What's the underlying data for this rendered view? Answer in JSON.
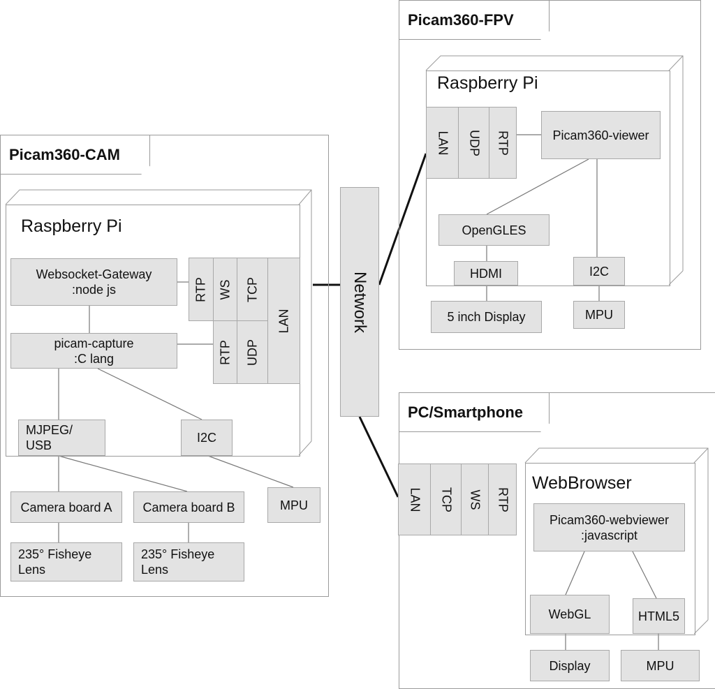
{
  "packages": {
    "cam": "Picam360-CAM",
    "fpv": "Picam360-FPV",
    "pc": "PC/Smartphone"
  },
  "nodes": {
    "cam_pi": "Raspberry Pi",
    "fpv_pi": "Raspberry Pi",
    "browser": "WebBrowser"
  },
  "network": "Network",
  "cam": {
    "gateway": "Websocket-Gateway\n:node js",
    "capture": "picam-capture\n:C lang",
    "rtp1": "RTP",
    "ws": "WS",
    "tcp": "TCP",
    "rtp2": "RTP",
    "udp": "UDP",
    "lan": "LAN",
    "mjpeg": "MJPEG/\nUSB",
    "i2c": "I2C",
    "cam_a": "Camera board A",
    "cam_b": "Camera board B",
    "mpu": "MPU",
    "lens_a": "235° Fisheye\nLens",
    "lens_b": "235° Fisheye\nLens"
  },
  "fpv": {
    "lan": "LAN",
    "udp": "UDP",
    "rtp": "RTP",
    "viewer": "Picam360-viewer",
    "opengles": "OpenGLES",
    "hdmi": "HDMI",
    "i2c": "I2C",
    "display": "5 inch Display",
    "mpu": "MPU"
  },
  "pc": {
    "lan": "LAN",
    "tcp": "TCP",
    "ws": "WS",
    "rtp": "RTP",
    "webviewer": "Picam360-webviewer\n:javascript",
    "webgl": "WebGL",
    "html5": "HTML5",
    "display": "Display",
    "mpu": "MPU"
  }
}
